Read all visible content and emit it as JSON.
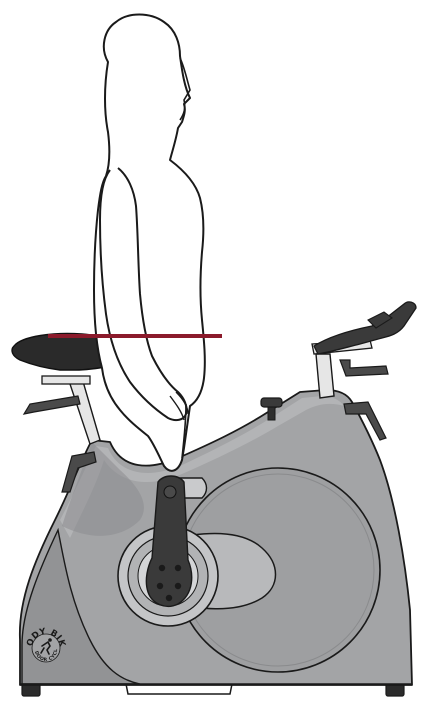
{
  "figure": {
    "subject": "Body Bike indoor cycle with standing person for saddle height setting",
    "logo": {
      "brand_text": "BODY BIKE",
      "sub_text": "INDOOR CYCLE"
    },
    "colors": {
      "frame_main": "#a3a4a6",
      "frame_dark": "#8c8d8f",
      "frame_light": "#c4c5c7",
      "flywheel": "#9e9fa1",
      "outline": "#1a1a1a",
      "saddle": "#2a2a2a",
      "handlebar": "#3a3a3a",
      "crank": "#3a3a3a",
      "post": "#e6e6e6",
      "height_marker": "#8b1a2b",
      "person_fill": "#ffffff"
    },
    "icons": [
      "person-silhouette",
      "bike-saddle",
      "handlebar",
      "crank-arm",
      "flywheel",
      "brand-logo"
    ]
  }
}
